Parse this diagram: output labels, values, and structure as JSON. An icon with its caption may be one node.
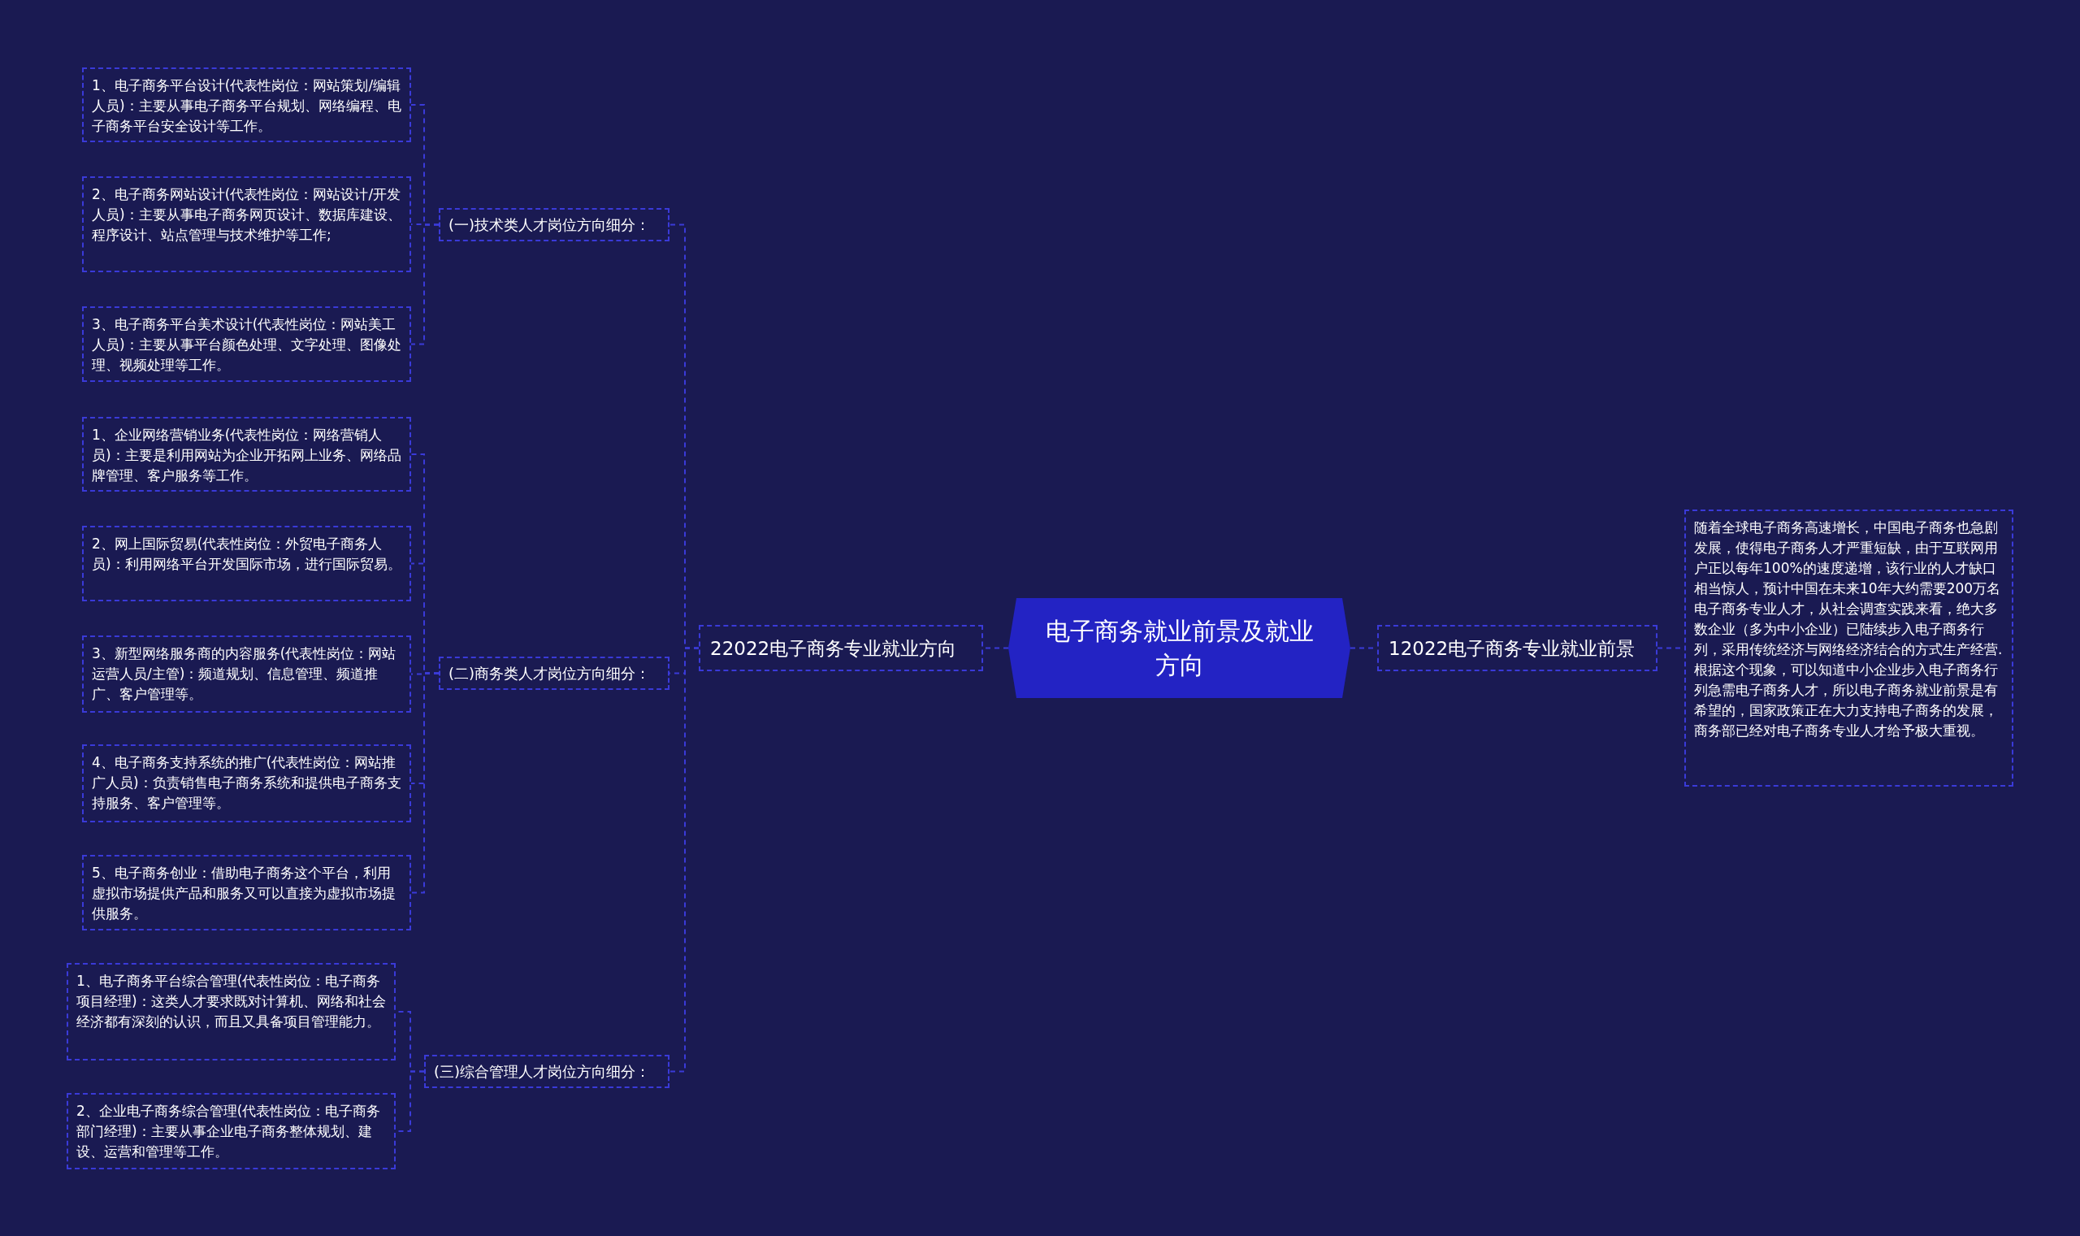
{
  "diagram": {
    "nodes": [
      {
        "text": [
          "电子商务就业前景及就业方向"
        ]
      },
      {
        "text": [
          "22022电子商务专业就业方向"
        ]
      },
      {
        "text": [
          "(一)技术类人才岗位方向细分："
        ]
      },
      {
        "text": [
          "1、电子商务平台设计(代表性岗位：网站策划/编辑人员)：主要从事电子商务平台规划、网络编程、电子商务平台安全设计等工作。"
        ]
      },
      {
        "text": [
          "2、电子商务网站设计(代表性岗位：网站设计/开发人员)：主要从事电子商务网页设计、数据库建设、程序设计、站点管理与技术维护等工作;"
        ]
      },
      {
        "text": [
          "3、电子商务平台美术设计(代表性岗位：网站美工人员)：主要从事平台颜色处理、文字处理、图像处理、视频处理等工作。"
        ]
      },
      {
        "text": [
          "(二)商务类人才岗位方向细分："
        ]
      },
      {
        "text": [
          "1、企业网络营销业务(代表性岗位：网络营销人员)：主要是利用网站为企业开拓网上业务、网络品牌管理、客户服务等工作。"
        ]
      },
      {
        "text": [
          "2、网上国际贸易(代表性岗位：外贸电子商务人员)：利用网络平台开发国际市场，进行国际贸易。"
        ]
      },
      {
        "text": [
          "3、新型网络服务商的内容服务(代表性岗位：网站运营人员/主管)：频道规划、信息管理、频道推广、客户管理等。"
        ]
      },
      {
        "text": [
          "4、电子商务支持系统的推广(代表性岗位：网站推广人员)：负责销售电子商务系统和提供电子商务支持服务、客户管理等。"
        ]
      },
      {
        "text": [
          "5、电子商务创业：借助电子商务这个平台，利用虚拟市场提供产品和服务又可以直接为虚拟市场提供服务。"
        ]
      },
      {
        "text": [
          "(三)综合管理人才岗位方向细分："
        ]
      },
      {
        "text": [
          "1、电子商务平台综合管理(代表性岗位：电子商务项目经理)：这类人才要求既对计算机、网络和社会经济都有深刻的认识，而且又具备项目管理能力。"
        ]
      },
      {
        "text": [
          "2、企业电子商务综合管理(代表性岗位：电子商务部门经理)：主要从事企业电子商务整体规划、建设、运营和管理等工作。"
        ]
      },
      {
        "text": [
          "12022电子商务专业就业前景"
        ]
      },
      {
        "text": [
          "随着全球电子商务高速增长，中国电子商务也急剧发展，使得电子商务人才严重短缺，由于互联网用户正以每年100%的速度递增，该行业的人才缺口相当惊人，预计中国在未来10年大约需要200万名电子商务专业人才，从社会调查实践来看，绝大多数企业（多为中小企业）已陆续步入电子商务行列，采用传统经济与网络经济结合的方式生产经营.根据这个现象，可以知道中小企业步入电子商务行列急需电子商务人才，所以电子商务就业前景是有希望的，国家政策正在大力支持电子商务的发展，商务部已经对电子商务专业人才给予极大重视。"
        ]
      }
    ],
    "edges": [
      {
        "from": 0,
        "to": 1,
        "arrow": "none"
      },
      {
        "from": 1,
        "to": 2,
        "arrow": "none"
      },
      {
        "from": 2,
        "to": 3,
        "arrow": "none"
      },
      {
        "from": 2,
        "to": 4,
        "arrow": "none"
      },
      {
        "from": 2,
        "to": 5,
        "arrow": "none"
      },
      {
        "from": 1,
        "to": 6,
        "arrow": "none"
      },
      {
        "from": 6,
        "to": 7,
        "arrow": "none"
      },
      {
        "from": 6,
        "to": 8,
        "arrow": "none"
      },
      {
        "from": 6,
        "to": 9,
        "arrow": "none"
      },
      {
        "from": 6,
        "to": 10,
        "arrow": "none"
      },
      {
        "from": 6,
        "to": 11,
        "arrow": "none"
      },
      {
        "from": 1,
        "to": 12,
        "arrow": "none"
      },
      {
        "from": 12,
        "to": 13,
        "arrow": "none"
      },
      {
        "from": 12,
        "to": 14,
        "arrow": "none"
      },
      {
        "from": 0,
        "to": 15,
        "arrow": "none"
      },
      {
        "from": 15,
        "to": 16,
        "arrow": "none"
      }
    ]
  }
}
